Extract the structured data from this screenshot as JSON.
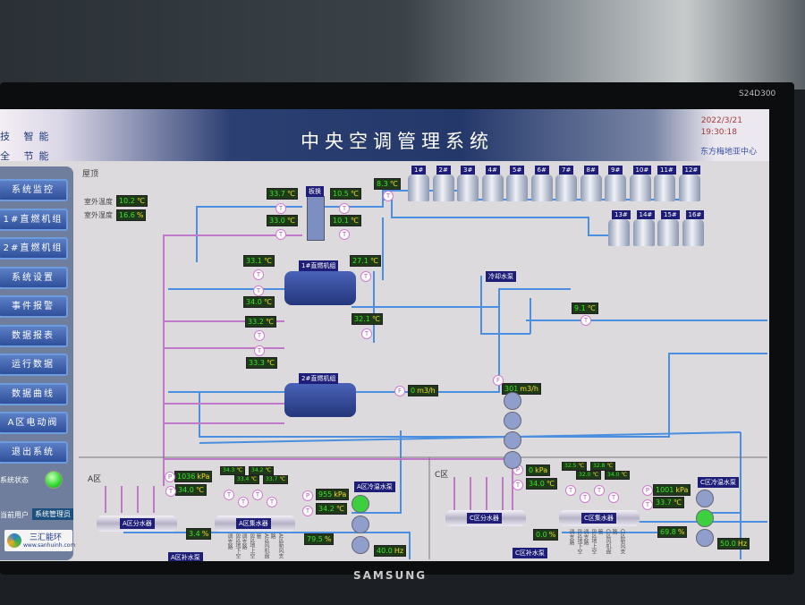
{
  "monitor": {
    "model": "S24D300",
    "brand": "SAMSUNG"
  },
  "header": {
    "slogan_line1": "技 智能",
    "slogan_line2": "全 节能",
    "title": "中央空调管理系统",
    "date": "2022/3/21",
    "time": "19:30:18",
    "org": "东方梅地亚中心"
  },
  "sidebar": {
    "items": [
      "系统监控",
      "1#直燃机组",
      "2#直燃机组",
      "系统设置",
      "事件报警",
      "数据报表",
      "运行数据",
      "数据曲线",
      "A区电动阀",
      "退出系统"
    ],
    "status_label": "系统状态",
    "user_label": "当前用户",
    "user_value": "系统管理员",
    "logo_text": "三汇能环",
    "logo_url": "www.sanhuinh.com"
  },
  "roof": {
    "section": "屋顶",
    "outdoor_temp_label": "室外温度",
    "outdoor_temp": "10.2",
    "outdoor_hum_label": "室外湿度",
    "outdoor_hum": "16.6",
    "plate_hx": "板换",
    "cooling_pump": "冷却水泵",
    "chiller1": "1#直燃机组",
    "chiller2": "2#直燃机组",
    "towers": [
      "1#",
      "2#",
      "3#",
      "4#",
      "5#",
      "6#",
      "7#",
      "8#",
      "9#",
      "10#",
      "11#",
      "12#",
      "13#",
      "14#",
      "15#",
      "16#"
    ]
  },
  "units": {
    "c": "℃",
    "pct": "%",
    "kpa": "kPa",
    "flow": "m3/h",
    "hz": "Hz"
  },
  "readings": {
    "hx_in1": "33.7",
    "hx_in2": "33.0",
    "hx_out1": "10.5",
    "hx_out2": "10.1",
    "tower_out": "8.3",
    "ch1_in": "33.1",
    "ch1_out": "34.0",
    "ch1_cw": "27.1",
    "ch2_in": "33.2",
    "ch2_out": "33.3",
    "ch2_cw": "32.1",
    "cw_main": "9.1",
    "flow1": "0",
    "flow2": "301"
  },
  "zone_a": {
    "label": "A区",
    "supply_header": "A区分水器",
    "return_header": "A区集水器",
    "makeup_pump": "A区补水泵",
    "chw_pump": "A区冷温水泵",
    "supply_p": "1036",
    "supply_t": "34.0",
    "return_p": "955",
    "return_t": "34.2",
    "valve": "3.4",
    "bypass": "79.5",
    "freq": "40.0",
    "branch_temps": [
      "34.3",
      "33.4",
      "34.2",
      "33.7"
    ],
    "branches": [
      "B区地下空调支路",
      "B区地上空调支路",
      "A区风机盘管",
      "A区新风支路"
    ]
  },
  "zone_c": {
    "label": "C区",
    "supply_header": "C区分水器",
    "return_header": "C区集水器",
    "makeup_pump": "C区补水泵",
    "chw_pump": "C区冷温水泵",
    "supply_p": "0",
    "supply_t": "34.0",
    "return_p": "1001",
    "return_t": "33.7",
    "valve": "0.0",
    "bypass": "69.8",
    "freq": "50.0",
    "branch_temps": [
      "32.5",
      "32.0",
      "32.8",
      "34.0"
    ],
    "branches": [
      "B区地下空调支路",
      "B区地上空调支路",
      "C区风机盘管",
      "C区新风支路"
    ]
  }
}
